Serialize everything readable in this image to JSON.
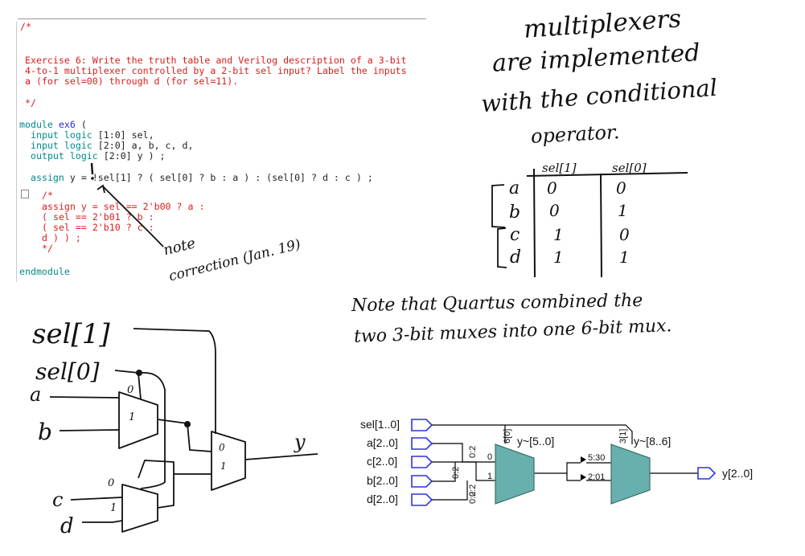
{
  "code": {
    "comment_open": "/*",
    "exercise_lines": [
      "Exercise 6: Write the truth table and Verilog description of a 3-bit",
      "4-to-1 multiplexer controlled by a 2-bit sel input? Label the inputs",
      "a (for sel=00) through d (for sel=11)."
    ],
    "comment_close": "*/",
    "module_keyword": "module",
    "module_name": "ex6",
    "module_paren": "(",
    "port1_kw": "input logic",
    "port1_rest": "[1:0] sel,",
    "port2_kw": "input logic",
    "port2_rest": "[2:0] a, b, c, d,",
    "port3_kw": "output logic",
    "port3_rest": "[2:0] y ) ;",
    "assign_kw": "assign",
    "assign_rest": "y = !sel[1] ? ( sel[0] ? b : a ) : (sel[0] ? d : c ) ;",
    "alt_open": "/*",
    "alt_lines": [
      "assign y = sel == 2'b00 ? a :",
      "( sel == 2'b01 ? b :",
      "( sel == 2'b10 ? c :",
      "d ) ) ;",
      "*/"
    ],
    "endmodule": "endmodule"
  },
  "notes": {
    "heading_lines": [
      "multiplexers",
      "are implemented",
      "with the conditional",
      "operator."
    ],
    "correction_lines": [
      "note",
      "correction (Jan. 19)"
    ],
    "quartus_lines": [
      "Note that Quartus combined the",
      "two 3-bit muxes into one 6-bit mux."
    ]
  },
  "truth_table": {
    "headers": [
      "sel[1]",
      "sel[0]"
    ],
    "rows": [
      {
        "input": "a",
        "sel1": "0",
        "sel0": "0"
      },
      {
        "input": "b",
        "sel1": "0",
        "sel0": "1"
      },
      {
        "input": "c",
        "sel1": "1",
        "sel0": "0"
      },
      {
        "input": "d",
        "sel1": "1",
        "sel0": "1"
      }
    ]
  },
  "hand_schematic": {
    "sel1": "sel[1]",
    "sel0": "sel[0]",
    "inputs": [
      "a",
      "b",
      "c",
      "d"
    ],
    "mux_in0": "0",
    "mux_in1": "1",
    "output": "y"
  },
  "quartus": {
    "ports_in": [
      "sel[1..0]",
      "a[2..0]",
      "c[2..0]",
      "b[2..0]",
      "d[2..0]"
    ],
    "port_out": "y[2..0]",
    "mux1_label": "y~[5..0]",
    "mux1_sel": "6[0]",
    "mux1_in0": "0",
    "mux1_in1": "1",
    "mux2_label": "y~[8..6]",
    "mux2_sel": "3[1]",
    "bus_slice1": "5:30",
    "bus_slice2": "2:01",
    "slice_labels": [
      "0:2",
      "0:2",
      "0:2",
      "0:2"
    ],
    "colors": {
      "mux_fill": "#67b0ad",
      "port_stroke": "#2b35e0",
      "wire": "#000000"
    }
  }
}
